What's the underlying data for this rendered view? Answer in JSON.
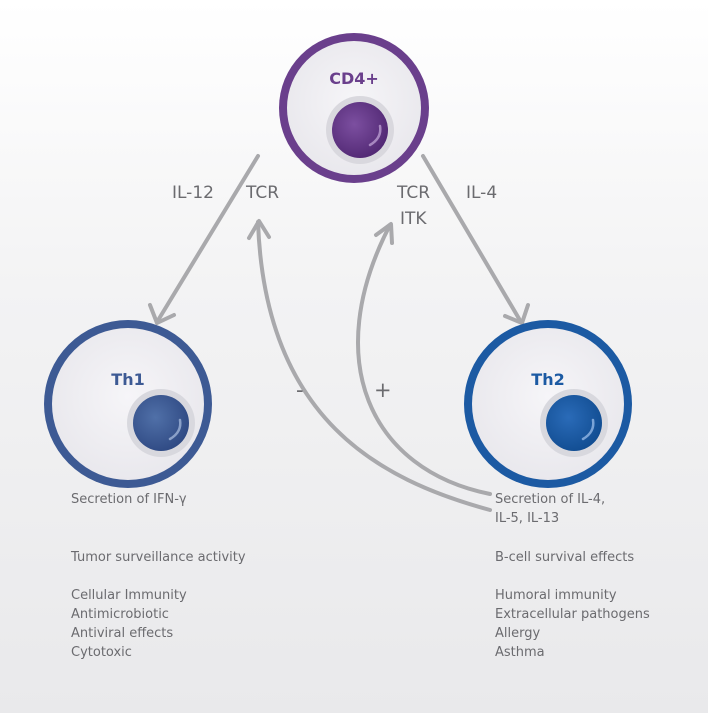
{
  "cells": {
    "cd4": {
      "label": "CD4+",
      "color": "#6a3f8c",
      "nucleus": "#5b2f7d"
    },
    "th1": {
      "label": "Th1",
      "color": "#3d5a94",
      "nucleus": "#3a5591"
    },
    "th2": {
      "label": "Th2",
      "color": "#1c5aa3",
      "nucleus": "#17559e"
    }
  },
  "arrow_labels": {
    "left_cytokine": "IL-12",
    "left_receptor": "TCR",
    "right_receptor": "TCR",
    "right_kinase": "ITK",
    "right_cytokine": "IL-4",
    "minus": "-",
    "plus": "+"
  },
  "th1_effects": {
    "secretion": "Secretion of IFN-γ",
    "surveillance": "Tumor surveillance activity",
    "list": [
      "Cellular Immunity",
      "Antimicrobiotic",
      "Antiviral effects",
      "Cytotoxic"
    ]
  },
  "th2_effects": {
    "secretion_line1": "Secretion of IL-4,",
    "secretion_line2": "IL-5, IL-13",
    "survival": "B-cell survival effects",
    "list": [
      "Humoral immunity",
      "Extracellular pathogens",
      "Allergy",
      "Asthma"
    ]
  },
  "colors": {
    "arrow": "#a9a9ac",
    "text": "#6b6b6f",
    "cell_fill": "#f1f0f4"
  }
}
